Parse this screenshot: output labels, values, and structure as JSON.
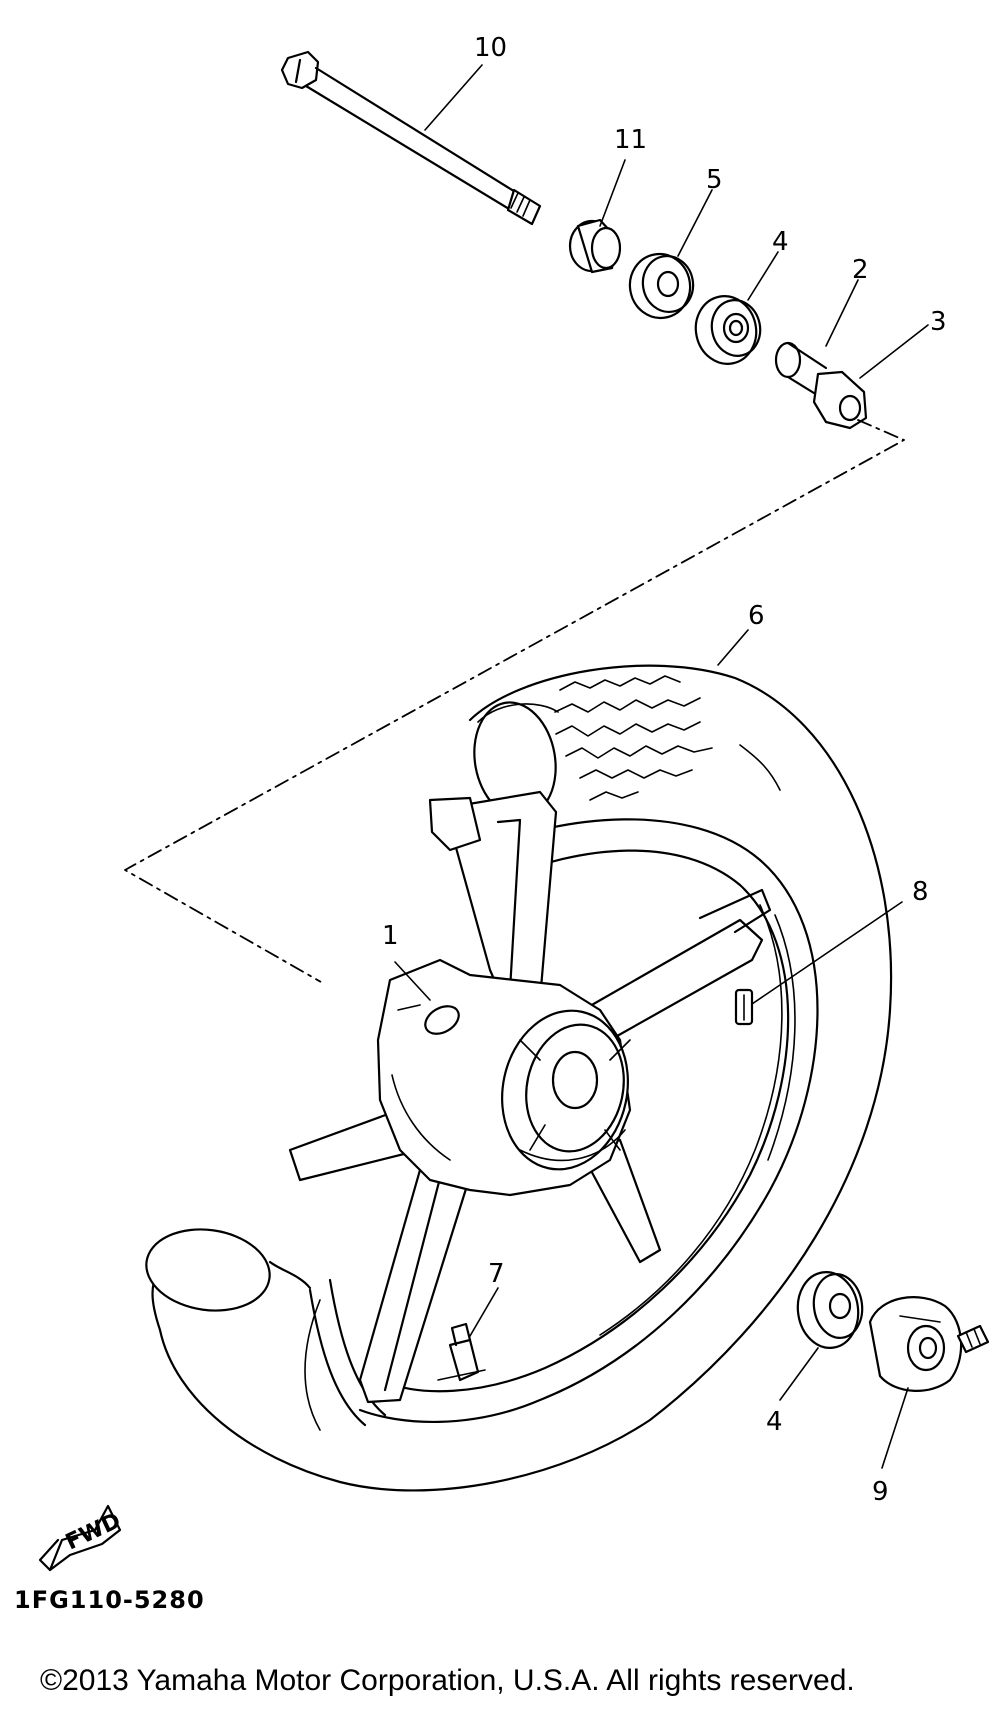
{
  "diagram": {
    "callouts": {
      "c1": "1",
      "c2": "2",
      "c3": "3",
      "c4a": "4",
      "c4b": "4",
      "c5": "5",
      "c6": "6",
      "c7": "7",
      "c8": "8",
      "c9": "9",
      "c10": "10",
      "c11": "11"
    },
    "direction_label": "FWD",
    "part_code": "1FG110-5280",
    "copyright": "©2013 Yamaha Motor Corporation, U.S.A. All rights reserved."
  }
}
